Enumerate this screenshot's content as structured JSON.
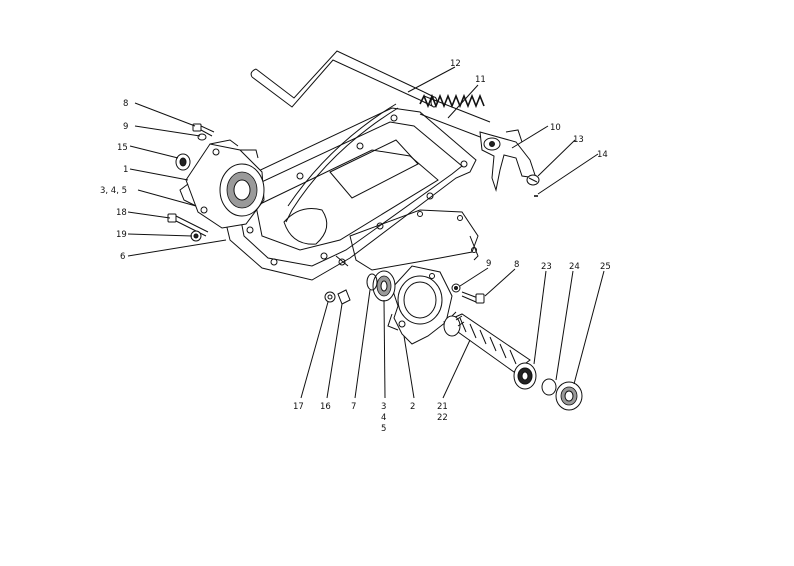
{
  "callouts": {
    "c8a": "8",
    "c9a": "9",
    "c15": "15",
    "c1": "1",
    "c345": "3, 4, 5",
    "c18": "18",
    "c19": "19",
    "c6": "6",
    "c12": "12",
    "c11": "11",
    "c10": "10",
    "c13": "13",
    "c14": "14",
    "c9b": "9",
    "c8b": "8",
    "c23": "23",
    "c24": "24",
    "c25": "25",
    "c17": "17",
    "c16": "16",
    "c7": "7",
    "c3": "3",
    "c4": "4",
    "c5": "5",
    "c2": "2",
    "c21": "21",
    "c22": "22"
  }
}
